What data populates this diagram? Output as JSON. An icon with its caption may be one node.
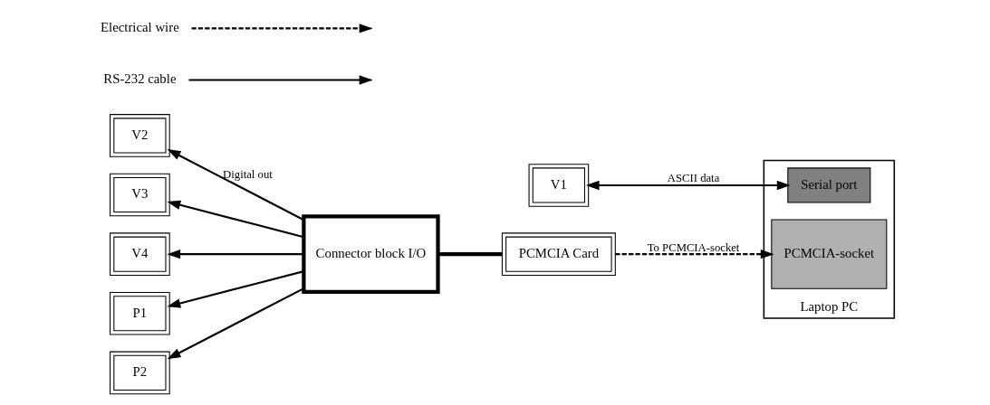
{
  "diagram": {
    "nodes": [
      {
        "text": [
          "V1"
        ]
      },
      {
        "text": [
          "V2"
        ]
      },
      {
        "text": [
          "V3"
        ]
      },
      {
        "text": [
          "V4"
        ]
      },
      {
        "text": [
          "P1"
        ]
      },
      {
        "text": [
          "P2"
        ]
      },
      {
        "text": [
          "Connector block I/O"
        ]
      },
      {
        "text": [
          "PCMCIA Card"
        ]
      },
      {
        "text": [
          "Laptop PC"
        ]
      },
      {
        "text": [
          "Serial port"
        ],
        "in": 8
      },
      {
        "text": [
          "PCMCIA-socket"
        ],
        "in": 8
      },
      {
        "text": [
          "RS-232 cable"
        ]
      },
      {
        "text": [
          "Electrical wire"
        ]
      }
    ],
    "edges": [
      {
        "from": 0,
        "to": 9,
        "arrow": "both",
        "label": "ASCII data"
      },
      {
        "from": 6,
        "to": 1,
        "arrow": "to",
        "label": "Digital out"
      },
      {
        "from": 6,
        "to": 2,
        "arrow": "to"
      },
      {
        "from": 6,
        "to": 3,
        "arrow": "to"
      },
      {
        "from": 6,
        "to": 4,
        "arrow": "to"
      },
      {
        "from": 6,
        "to": 5,
        "arrow": "to"
      },
      {
        "from": 6,
        "to": 7,
        "arrow": "none",
        "style": "thick"
      },
      {
        "from": 7,
        "to": 10,
        "arrow": "to",
        "style": "dashed",
        "label": "To PCMCIA-socket"
      },
      {
        "from": 11,
        "to": null,
        "arrow": "to"
      },
      {
        "from": 12,
        "to": null,
        "arrow": "to",
        "style": "dashed"
      }
    ]
  }
}
